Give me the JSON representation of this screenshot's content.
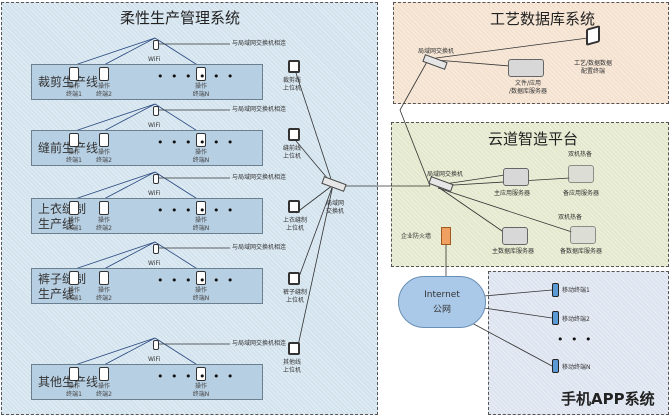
{
  "panels": {
    "flexible_production": {
      "title": "柔性生产管理系统",
      "lines": [
        {
          "label_lines": [
            "裁剪生产线"
          ],
          "terminals": [
            "操作\n终端1",
            "操作\n终端2",
            "操作\n终端N"
          ],
          "wifi": "WiFi",
          "uplink_note": "与局域网交换机相连",
          "host": "裁剪线\n上位机"
        },
        {
          "label_lines": [
            "缝前生产线"
          ],
          "terminals": [
            "操作\n终端1",
            "操作\n终端2",
            "操作\n终端N"
          ],
          "wifi": "WiFi",
          "uplink_note": "与局域网交换机相连",
          "host": "缝前线\n上位机"
        },
        {
          "label_lines": [
            "上衣缝制",
            "生产线"
          ],
          "terminals": [
            "操作\n终端1",
            "操作\n终端2",
            "操作\n终端N"
          ],
          "wifi": "WiFi",
          "uplink_note": "与局域网交换机相连",
          "host": "上衣缝制\n上位机"
        },
        {
          "label_lines": [
            "裤子缝制",
            "生产线"
          ],
          "terminals": [
            "操作\n终端1",
            "操作\n终端2",
            "操作\n终端N"
          ],
          "wifi": "WiFi",
          "uplink_note": "与局域网交换机相连",
          "host": "裤子缝制\n上位机"
        },
        {
          "label_lines": [
            "其他生产线"
          ],
          "terminals": [
            "操作\n终端1",
            "操作\n终端2",
            "操作\n终端N"
          ],
          "wifi": "WiFi",
          "uplink_note": "与局域网交换机相连",
          "host": "其他线\n上位机"
        }
      ],
      "switch_label": "局域网\n交换机",
      "ellipsis": "• • • • • •"
    },
    "craft_database": {
      "title": "工艺数据库系统",
      "switch_label": "局域网交换机",
      "server_label": "文件/应用\n/数据库服务器",
      "terminal_label": "工艺/数据数据\n配置终端"
    },
    "cloud_platform": {
      "title": "云道智造平台",
      "switch_label": "局域网交换机",
      "app_server_main": "主应用服务器",
      "app_server_backup": "备应用服务器",
      "db_server_main": "主数据库服务器",
      "db_server_backup": "备数据库服务器",
      "hot_standby_1": "双机热备",
      "hot_standby_2": "双机热备",
      "firewall_label": "企业防火墙"
    },
    "internet": {
      "label_line1": "Internet",
      "label_line2": "公网"
    },
    "mobile_app": {
      "title": "手机APP系统",
      "devices": [
        "移动终端1",
        "移动终端2",
        "移动终端N"
      ],
      "ellipsis": "• • •"
    }
  }
}
